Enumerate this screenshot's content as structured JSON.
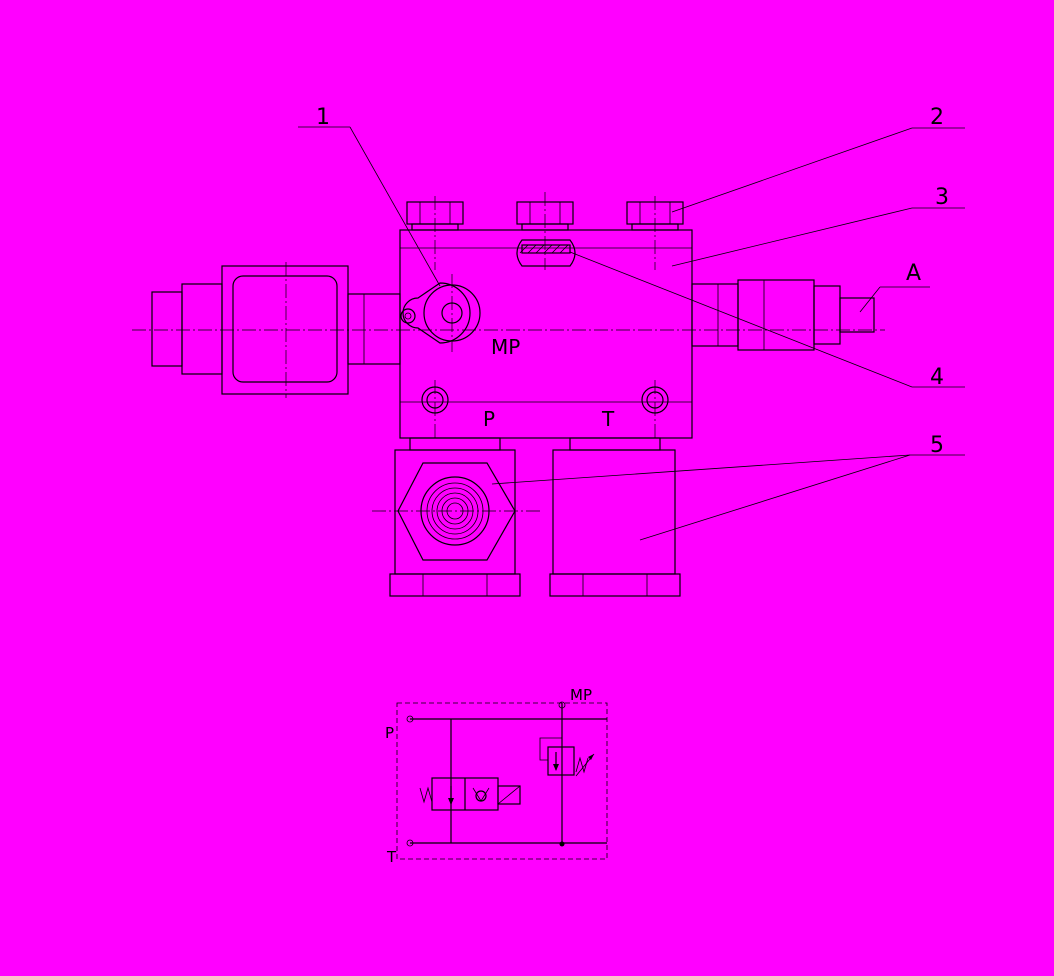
{
  "callouts": {
    "c1": "1",
    "c2": "2",
    "c3": "3",
    "c4": "4",
    "c5": "5",
    "a": "A"
  },
  "block_labels": {
    "mp": "MP",
    "p": "P",
    "t": "T"
  },
  "schematic": {
    "mp": "MP",
    "p": "P",
    "t": "T"
  },
  "colors": {
    "background": "#ff00ff",
    "line": "#000000"
  }
}
